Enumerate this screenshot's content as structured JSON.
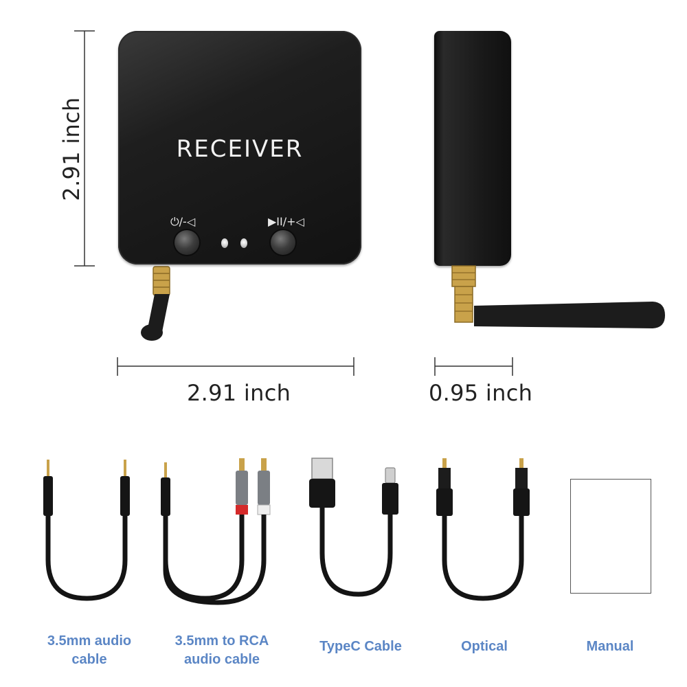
{
  "device": {
    "label": "RECEIVER",
    "button_left_caption": "⏻/-◁",
    "button_right_caption": "▶II/+◁"
  },
  "dimensions": {
    "height": "2.91 inch",
    "width": "2.91 inch",
    "depth": "0.95 inch"
  },
  "accessories": [
    {
      "label": "3.5mm audio cable"
    },
    {
      "label": "3.5mm to RCA audio cable"
    },
    {
      "label": "TypeC Cable"
    },
    {
      "label": "Optical"
    },
    {
      "label": "Manual"
    }
  ],
  "colors": {
    "accessory_label": "#5b86c5",
    "device_body": "#1a1a1a",
    "antenna_connector": "#c9a24a"
  }
}
